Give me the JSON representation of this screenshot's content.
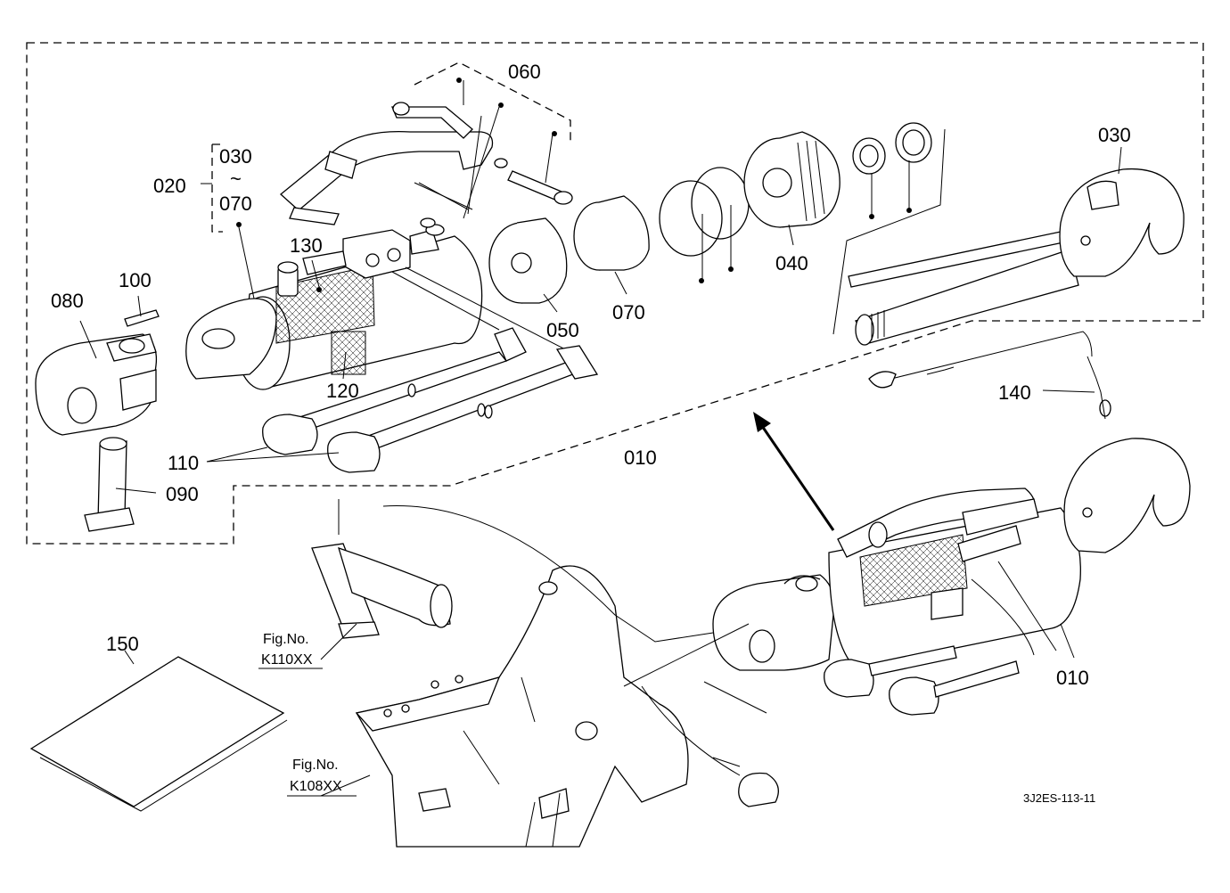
{
  "labels": {
    "p060": "060",
    "p030_top": "030",
    "tilde": "~",
    "p070_top": "070",
    "p020": "020",
    "p130": "130",
    "p100": "100",
    "p080": "080",
    "p050": "050",
    "p070": "070",
    "p040": "040",
    "p120": "120",
    "p110": "110",
    "p090": "090",
    "p010_mid": "010",
    "p030_right": "030",
    "p140": "140",
    "p010_right": "010",
    "p150": "150"
  },
  "refs": {
    "fig1_prefix": "Fig.No.",
    "fig1_code": "K110XX",
    "fig2_prefix": "Fig.No.",
    "fig2_code": "K108XX"
  },
  "drawing_code": "3J2ES-113-11"
}
